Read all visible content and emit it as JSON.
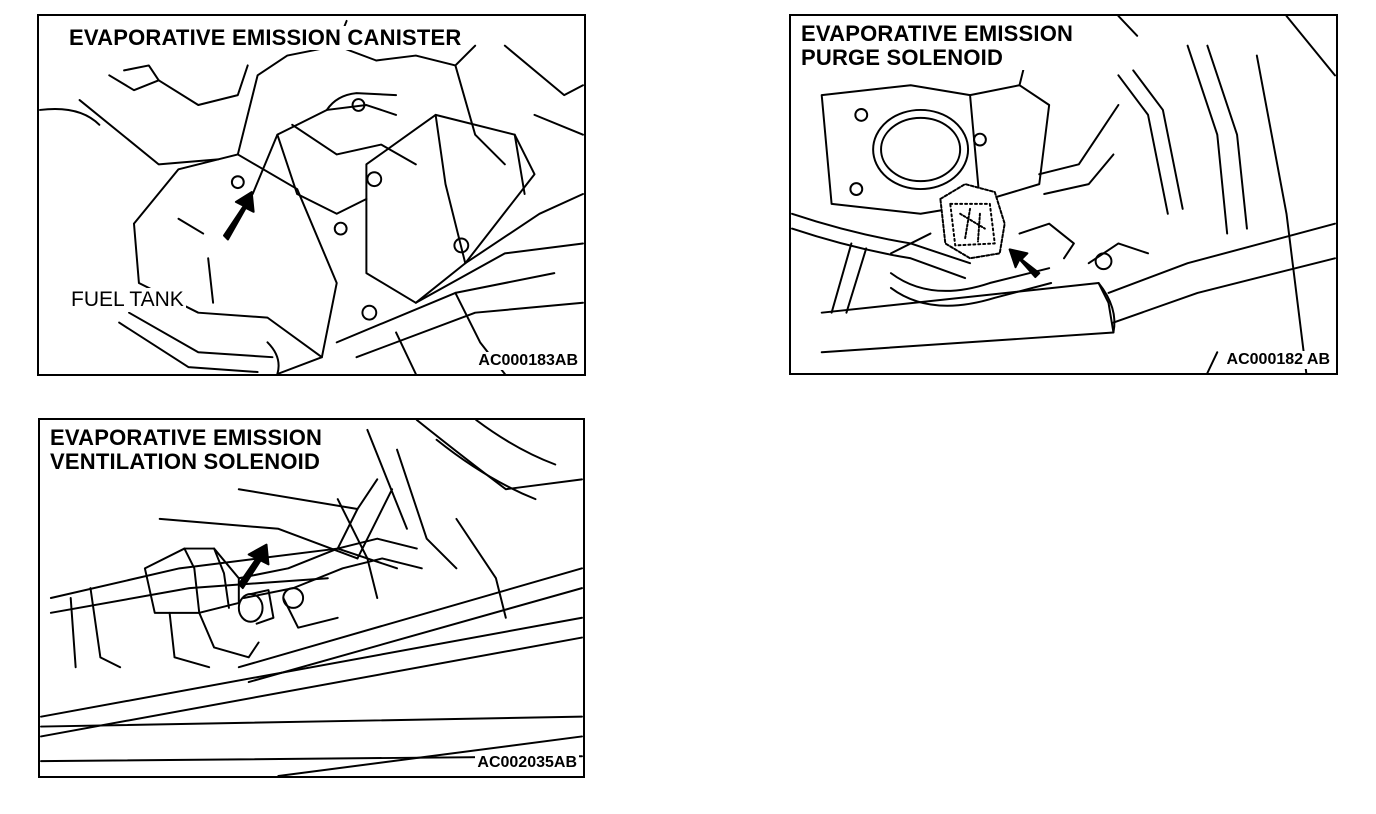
{
  "figures": [
    {
      "title_lines": [
        "EVAPORATIVE EMISSION CANISTER"
      ],
      "callout": "FUEL TANK",
      "code": "AC000183AB"
    },
    {
      "title_lines": [
        "EVAPORATIVE EMISSION",
        "PURGE SOLENOID"
      ],
      "code": "AC000182 AB"
    },
    {
      "title_lines": [
        "EVAPORATIVE EMISSION",
        "VENTILATION SOLENOID"
      ],
      "code": "AC002035AB"
    }
  ]
}
